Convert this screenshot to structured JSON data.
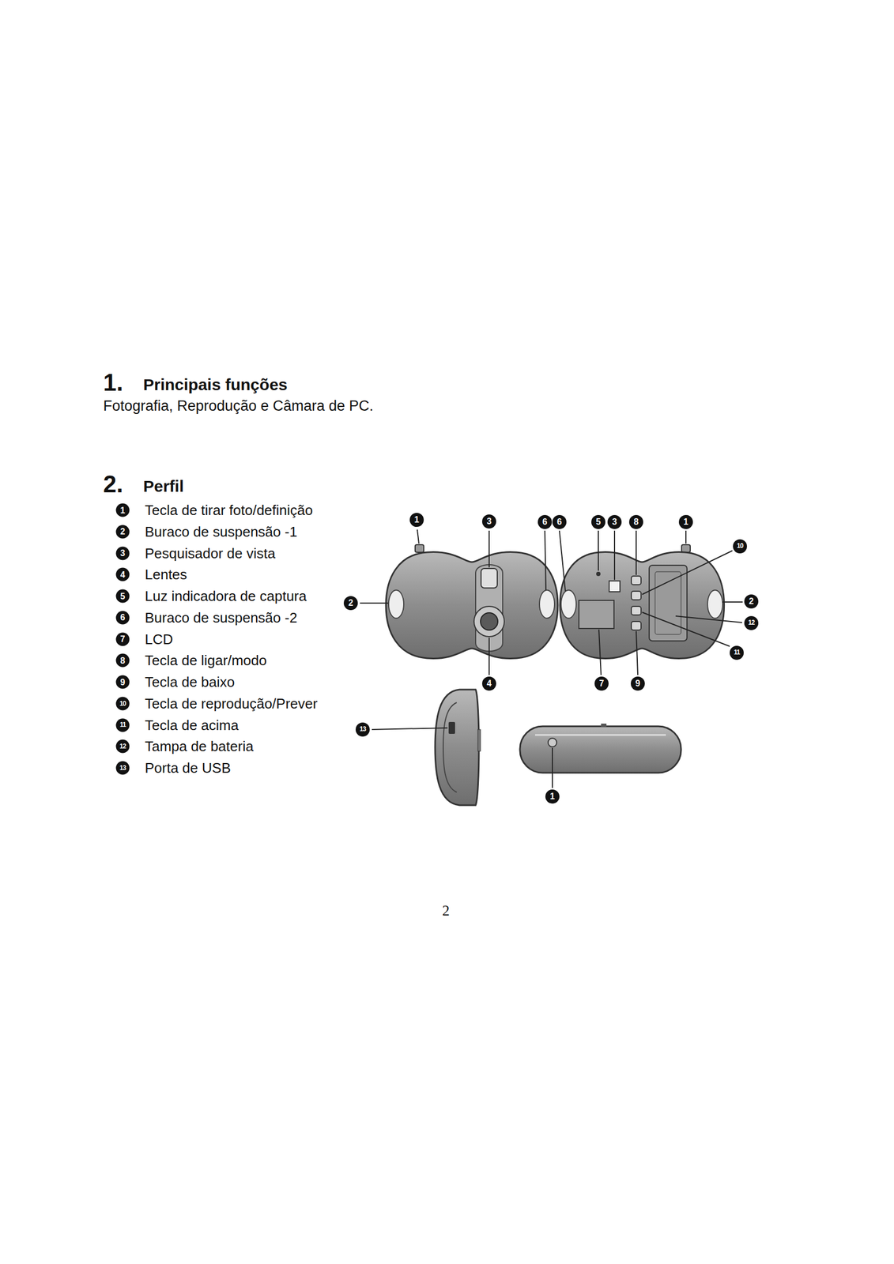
{
  "diagram": {
    "labels": [
      "1.",
      "Principais funções",
      "Fotografia, Reprodução e Câmara de PC.",
      "2.",
      "Perfil",
      "1",
      "Tecla de tirar foto/definição",
      "2",
      "Buraco de suspensão -1",
      "3",
      "Pesquisador de vista",
      "4",
      "Lentes",
      "5",
      "Luz indicadora de captura",
      "6",
      "Buraco de suspensão -2",
      "7",
      "LCD",
      "8",
      "Tecla de ligar/modo",
      "9",
      "Tecla de baixo",
      "10",
      "Tecla de reprodução/Prever",
      "11",
      "Tecla de acima",
      "12",
      "Tampa de bateria",
      "13",
      "Porta de USB",
      "1",
      "3",
      "6",
      "6",
      "5",
      "3",
      "8",
      "1",
      "10",
      "2",
      "2",
      "12",
      "11",
      "4",
      "7",
      "9",
      "13",
      "1",
      "2"
    ]
  }
}
